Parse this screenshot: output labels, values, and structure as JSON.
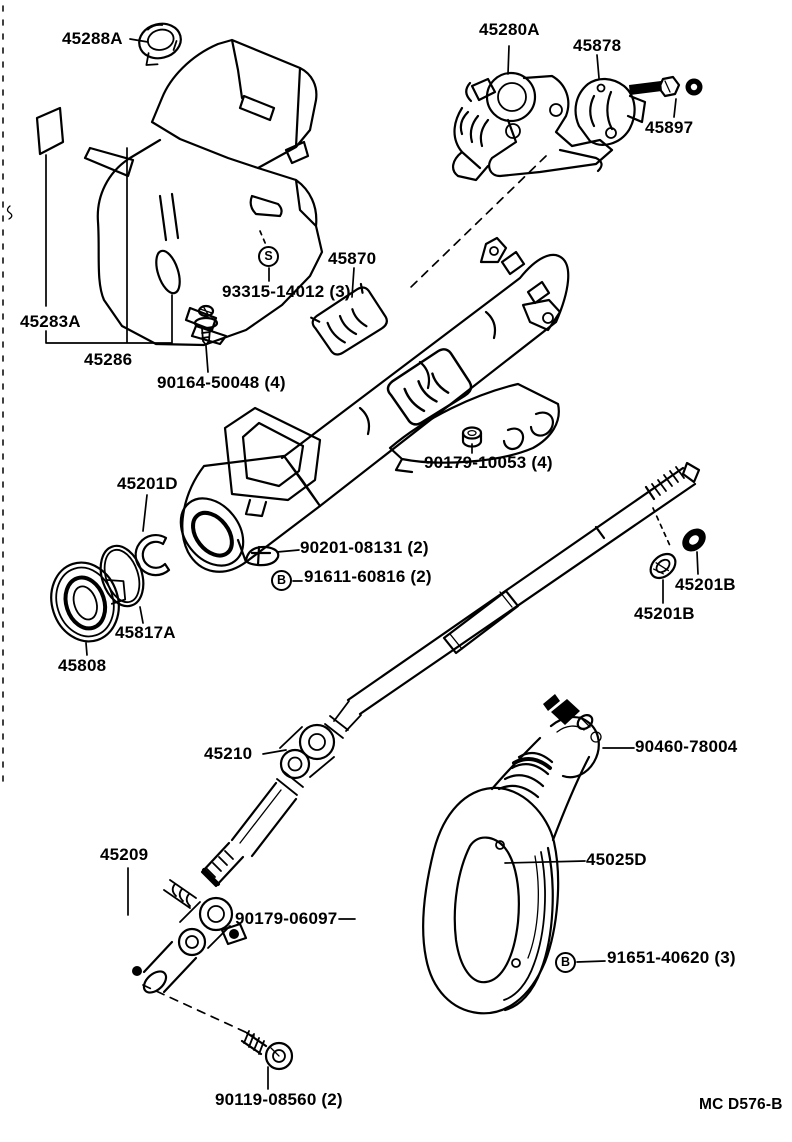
{
  "figure": {
    "code": "MC D576-B"
  },
  "symbols": {
    "substitution": "S",
    "bolt": "B"
  },
  "parts": [
    {
      "label": "45288A",
      "number": "45288A"
    },
    {
      "label": "45280A",
      "number": "45280A"
    },
    {
      "label": "45878",
      "number": "45878"
    },
    {
      "label": "45897",
      "number": "45897"
    },
    {
      "label": "93315-14012 (3)",
      "number": "93315-14012",
      "qty": 3
    },
    {
      "label": "45870",
      "number": "45870"
    },
    {
      "label": "45283A",
      "number": "45283A"
    },
    {
      "label": "45286",
      "number": "45286"
    },
    {
      "label": "90164-50048 (4)",
      "number": "90164-50048",
      "qty": 4
    },
    {
      "label": "90179-10053 (4)",
      "number": "90179-10053",
      "qty": 4
    },
    {
      "label": "45201D",
      "number": "45201D"
    },
    {
      "label": "90201-08131 (2)",
      "number": "90201-08131",
      "qty": 2
    },
    {
      "label": "91611-60816 (2)",
      "number": "91611-60816",
      "qty": 2
    },
    {
      "label": "45201B",
      "number": "45201B"
    },
    {
      "label": "45201B",
      "number": "45201B"
    },
    {
      "label": "45817A",
      "number": "45817A"
    },
    {
      "label": "45808",
      "number": "45808"
    },
    {
      "label": "45210",
      "number": "45210"
    },
    {
      "label": "90460-78004",
      "number": "90460-78004"
    },
    {
      "label": "45025D",
      "number": "45025D"
    },
    {
      "label": "45209",
      "number": "45209"
    },
    {
      "label": "90179-06097",
      "number": "90179-06097"
    },
    {
      "label": "91651-40620 (3)",
      "number": "91651-40620",
      "qty": 3
    },
    {
      "label": "90119-08560 (2)",
      "number": "90119-08560",
      "qty": 2
    }
  ]
}
